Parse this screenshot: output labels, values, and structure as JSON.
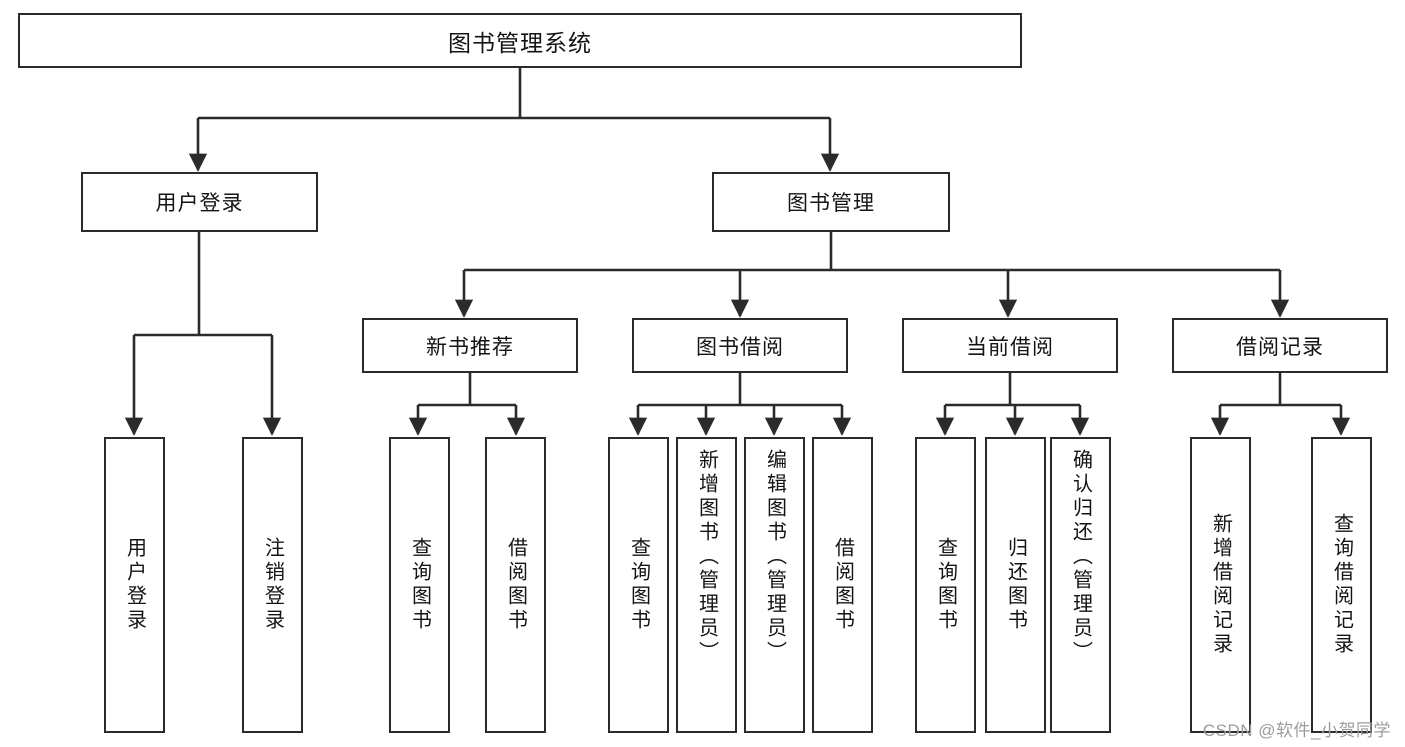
{
  "diagram": {
    "title": "图书管理系统",
    "type": "tree",
    "watermark": "CSDN @软件_小贺同学",
    "colors": {
      "stroke": "#2b2b2b",
      "box_fill": "#ffffff",
      "text": "#141414",
      "watermark": "#9d9d9d",
      "background": "#ffffff"
    }
  },
  "nodes": {
    "root": {
      "label": "图书管理系统"
    },
    "level2": [
      {
        "id": "user-login",
        "label": "用户登录"
      },
      {
        "id": "book-manage",
        "label": "图书管理"
      }
    ],
    "level3": [
      {
        "id": "new-book-rec",
        "label": "新书推荐"
      },
      {
        "id": "book-borrow",
        "label": "图书借阅"
      },
      {
        "id": "current-borrow",
        "label": "当前借阅"
      },
      {
        "id": "borrow-record",
        "label": "借阅记录"
      }
    ],
    "leaves": {
      "user_login": [
        {
          "id": "leaf-user-login",
          "label": "用户登录"
        },
        {
          "id": "leaf-logout-login",
          "label": "注销登录"
        }
      ],
      "new_book_rec": [
        {
          "id": "leaf-query-book-1",
          "label": "查询图书"
        },
        {
          "id": "leaf-borrow-book-1",
          "label": "借阅图书"
        }
      ],
      "book_borrow": [
        {
          "id": "leaf-query-book-2",
          "label": "查询图书"
        },
        {
          "id": "leaf-add-book",
          "label": "新增图书（管理员）"
        },
        {
          "id": "leaf-edit-book",
          "label": "编辑图书（管理员）"
        },
        {
          "id": "leaf-borrow-book-2",
          "label": "借阅图书"
        }
      ],
      "current_borrow": [
        {
          "id": "leaf-query-book-3",
          "label": "查询图书"
        },
        {
          "id": "leaf-return-book",
          "label": "归还图书"
        },
        {
          "id": "leaf-confirm-return",
          "label": "确认归还（管理员）"
        }
      ],
      "borrow_record": [
        {
          "id": "leaf-add-record",
          "label": "新增借阅记录"
        },
        {
          "id": "leaf-query-record",
          "label": "查询借阅记录"
        }
      ]
    }
  }
}
